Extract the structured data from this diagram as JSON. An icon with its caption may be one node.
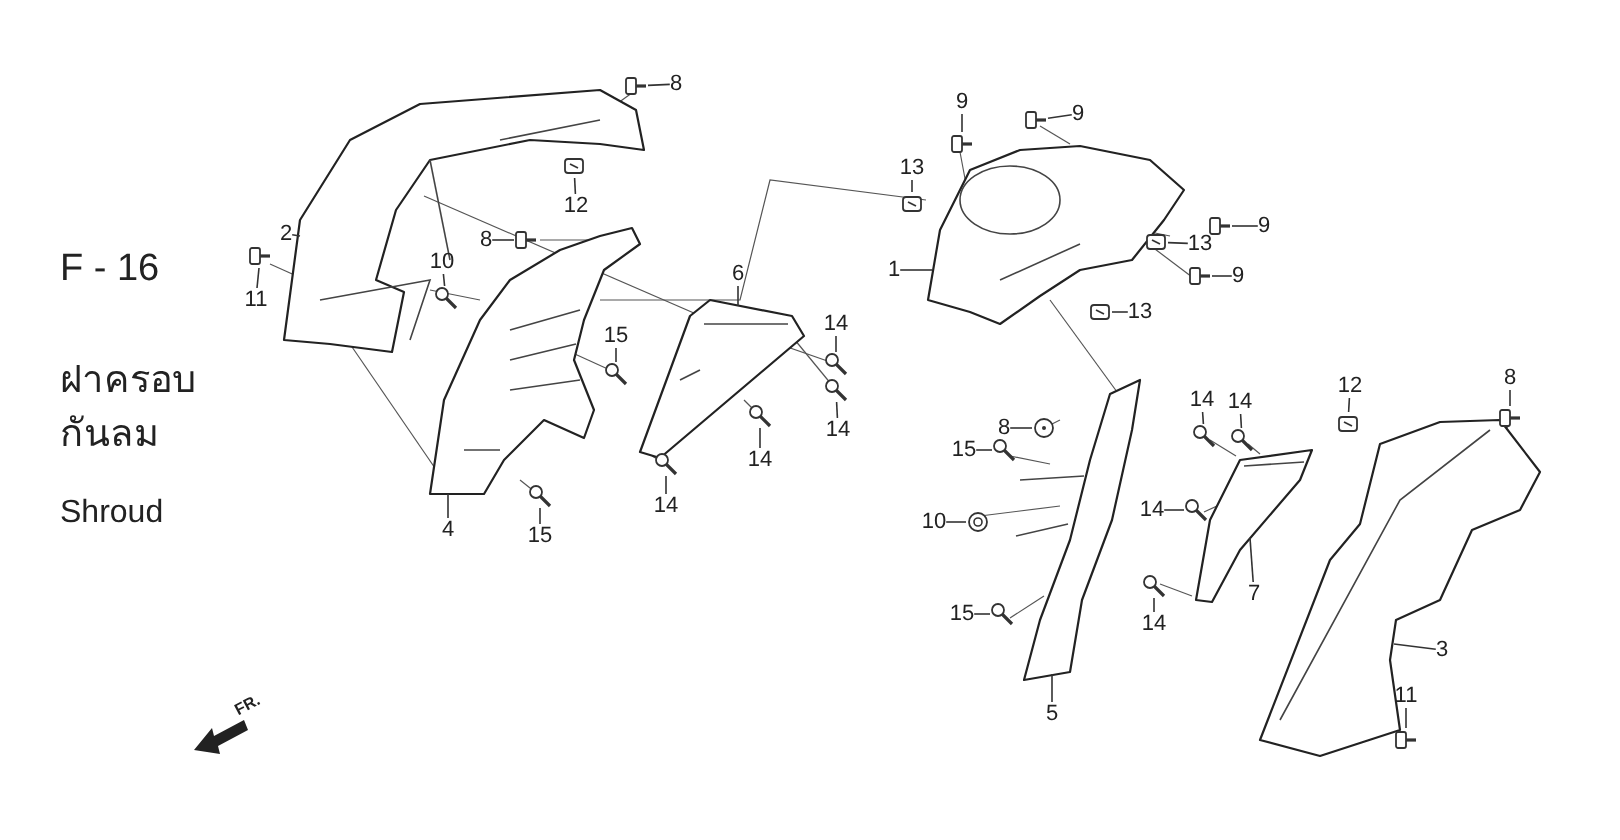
{
  "diagram": {
    "nodes": [
      {
        "text": [],
        "shape": "picture"
      },
      {
        "text": [],
        "shape": "picture"
      },
      {
        "text": [],
        "shape": "picture"
      },
      {
        "text": [],
        "shape": "picture"
      },
      {
        "text": [],
        "shape": "picture"
      },
      {
        "text": [],
        "shape": "picture"
      },
      {
        "text": [],
        "shape": "picture"
      },
      {
        "text": [
          "8"
        ]
      },
      {
        "text": [],
        "shape": "picture"
      },
      {
        "text": [
          "2"
        ]
      },
      {
        "text": [
          "11"
        ]
      },
      {
        "text": [],
        "shape": "picture"
      },
      {
        "text": [
          "12"
        ]
      },
      {
        "text": [],
        "shape": "picture"
      },
      {
        "text": [
          "10"
        ]
      },
      {
        "text": [],
        "shape": "picture"
      },
      {
        "text": [
          "8"
        ]
      },
      {
        "text": [],
        "shape": "picture"
      },
      {
        "text": [
          "15"
        ]
      },
      {
        "text": [],
        "shape": "picture"
      },
      {
        "text": [
          "6"
        ]
      },
      {
        "text": [
          "14"
        ]
      },
      {
        "text": [],
        "shape": "picture"
      },
      {
        "text": [
          "14"
        ]
      },
      {
        "text": [],
        "shape": "picture"
      },
      {
        "text": [
          "14"
        ]
      },
      {
        "text": [],
        "shape": "picture"
      },
      {
        "text": [
          "4"
        ]
      },
      {
        "text": [
          "15"
        ]
      },
      {
        "text": [],
        "shape": "picture"
      },
      {
        "text": [
          "14"
        ]
      },
      {
        "text": [],
        "shape": "picture"
      },
      {
        "text": [
          "9"
        ]
      },
      {
        "text": [],
        "shape": "picture"
      },
      {
        "text": [
          "9"
        ]
      },
      {
        "text": [],
        "shape": "picture"
      },
      {
        "text": [
          "13"
        ]
      },
      {
        "text": [],
        "shape": "picture"
      },
      {
        "text": [
          "1"
        ]
      },
      {
        "text": [
          "9"
        ]
      },
      {
        "text": [],
        "shape": "picture"
      },
      {
        "text": [
          "13"
        ]
      },
      {
        "text": [],
        "shape": "picture"
      },
      {
        "text": [
          "9"
        ]
      },
      {
        "text": [],
        "shape": "picture"
      },
      {
        "text": [
          "13"
        ]
      },
      {
        "text": [],
        "shape": "picture"
      },
      {
        "text": [
          "8"
        ]
      },
      {
        "text": [],
        "shape": "picture"
      },
      {
        "text": [
          "15"
        ]
      },
      {
        "text": [],
        "shape": "picture"
      },
      {
        "text": [
          "10"
        ]
      },
      {
        "text": [],
        "shape": "picture"
      },
      {
        "text": [
          "15"
        ]
      },
      {
        "text": [],
        "shape": "picture"
      },
      {
        "text": [
          "5"
        ]
      },
      {
        "text": [
          "14"
        ]
      },
      {
        "text": [],
        "shape": "picture"
      },
      {
        "text": [
          "14"
        ]
      },
      {
        "text": [],
        "shape": "picture"
      },
      {
        "text": [
          "14"
        ]
      },
      {
        "text": [],
        "shape": "picture"
      },
      {
        "text": [
          "14"
        ]
      },
      {
        "text": [],
        "shape": "picture"
      },
      {
        "text": [
          "7"
        ]
      },
      {
        "text": [
          "12"
        ]
      },
      {
        "text": [],
        "shape": "picture"
      },
      {
        "text": [
          "8"
        ]
      },
      {
        "text": [],
        "shape": "picture"
      },
      {
        "text": [
          "3"
        ]
      },
      {
        "text": [
          "11"
        ]
      },
      {
        "text": [],
        "shape": "picture"
      }
    ],
    "edges": [
      {
        "from": 7,
        "to": 8,
        "arrow": "none"
      },
      {
        "from": 9,
        "to": 0,
        "arrow": "none"
      },
      {
        "from": 10,
        "to": 11,
        "arrow": "none"
      },
      {
        "from": 12,
        "to": 13,
        "arrow": "none"
      },
      {
        "from": 14,
        "to": 15,
        "arrow": "none"
      },
      {
        "from": 16,
        "to": 17,
        "arrow": "none"
      },
      {
        "from": 18,
        "to": 19,
        "arrow": "none"
      },
      {
        "from": 20,
        "to": 2,
        "arrow": "none"
      },
      {
        "from": 21,
        "to": 22,
        "arrow": "none"
      },
      {
        "from": 23,
        "to": 24,
        "arrow": "none"
      },
      {
        "from": 25,
        "to": 26,
        "arrow": "none"
      },
      {
        "from": 27,
        "to": 1,
        "arrow": "none"
      },
      {
        "from": 28,
        "to": 29,
        "arrow": "none"
      },
      {
        "from": 30,
        "to": 31,
        "arrow": "none"
      },
      {
        "from": 32,
        "to": 33,
        "arrow": "none"
      },
      {
        "from": 34,
        "to": 35,
        "arrow": "none"
      },
      {
        "from": 36,
        "to": 37,
        "arrow": "none"
      },
      {
        "from": 38,
        "to": 3,
        "arrow": "none"
      },
      {
        "from": 39,
        "to": 40,
        "arrow": "none"
      },
      {
        "from": 41,
        "to": 42,
        "arrow": "none"
      },
      {
        "from": 43,
        "to": 44,
        "arrow": "none"
      },
      {
        "from": 45,
        "to": 46,
        "arrow": "none"
      },
      {
        "from": 47,
        "to": 48,
        "arrow": "none"
      },
      {
        "from": 49,
        "to": 50,
        "arrow": "none"
      },
      {
        "from": 51,
        "to": 52,
        "arrow": "none"
      },
      {
        "from": 53,
        "to": 54,
        "arrow": "none"
      },
      {
        "from": 55,
        "to": 4,
        "arrow": "none"
      },
      {
        "from": 56,
        "to": 57,
        "arrow": "none"
      },
      {
        "from": 58,
        "to": 59,
        "arrow": "none"
      },
      {
        "from": 60,
        "to": 61,
        "arrow": "none"
      },
      {
        "from": 62,
        "to": 63,
        "arrow": "none"
      },
      {
        "from": 64,
        "to": 5,
        "arrow": "none"
      },
      {
        "from": 65,
        "to": 66,
        "arrow": "none"
      },
      {
        "from": 67,
        "to": 68,
        "arrow": "none"
      },
      {
        "from": 69,
        "to": 6,
        "arrow": "none"
      },
      {
        "from": 70,
        "to": 71,
        "arrow": "none"
      }
    ],
    "labels": [
      "F - 16",
      "ฝาครอบ",
      "กันลม",
      "Shroud",
      "FR."
    ]
  }
}
